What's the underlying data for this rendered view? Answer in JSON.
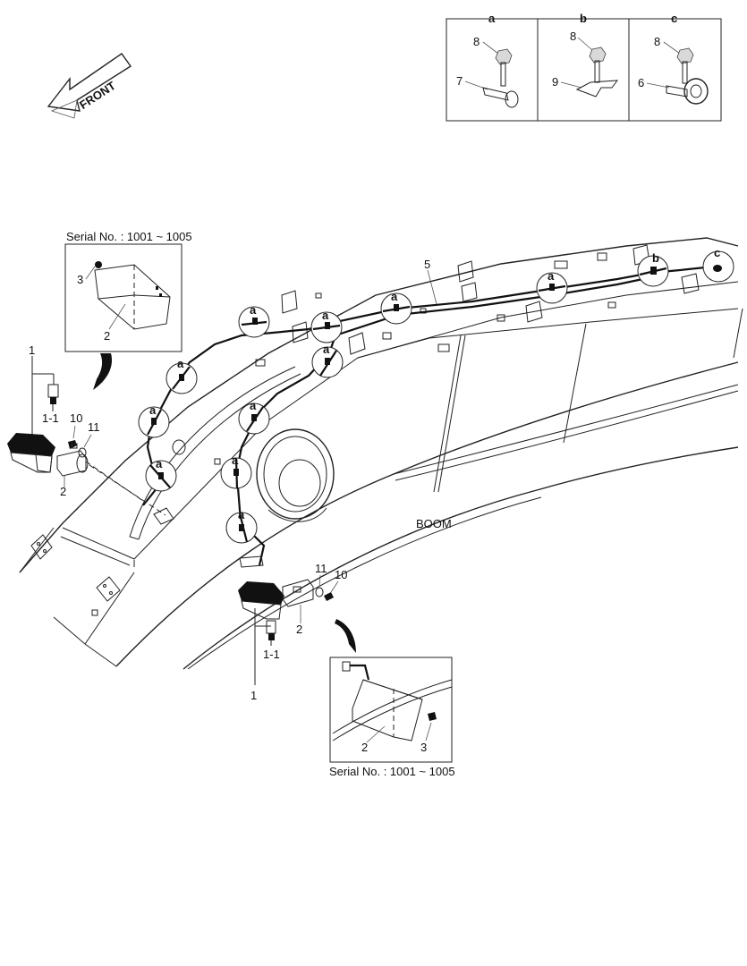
{
  "front_label": "FRONT",
  "boom_label": "BOOM",
  "detail_table": {
    "columns": [
      {
        "header": "a",
        "bolt": "8",
        "part": "7"
      },
      {
        "header": "b",
        "bolt": "8",
        "part": "9"
      },
      {
        "header": "c",
        "bolt": "8",
        "part": "6"
      }
    ]
  },
  "inset_upper": {
    "serial": "Serial No.  : 1001 ~ 1005",
    "item_bolt": "3",
    "item_bracket": "2"
  },
  "inset_lower": {
    "serial": "Serial No.  : 1001 ~ 1005",
    "item_bolt": "3",
    "item_bracket": "2"
  },
  "left_lamp": {
    "lamp": "1",
    "bulb": "1-1",
    "bracket": "2",
    "bolt": "10",
    "washer": "11"
  },
  "right_lamp": {
    "lamp": "1",
    "bulb": "1-1",
    "bracket": "2",
    "bolt": "10",
    "washer": "11"
  },
  "harness": {
    "label": "5"
  },
  "clip_labels": [
    "a",
    "a",
    "a",
    "a",
    "a",
    "a",
    "a",
    "a",
    "a",
    "a",
    "a",
    "b",
    "c"
  ],
  "colors": {
    "line": "#222222",
    "background": "#ffffff"
  }
}
